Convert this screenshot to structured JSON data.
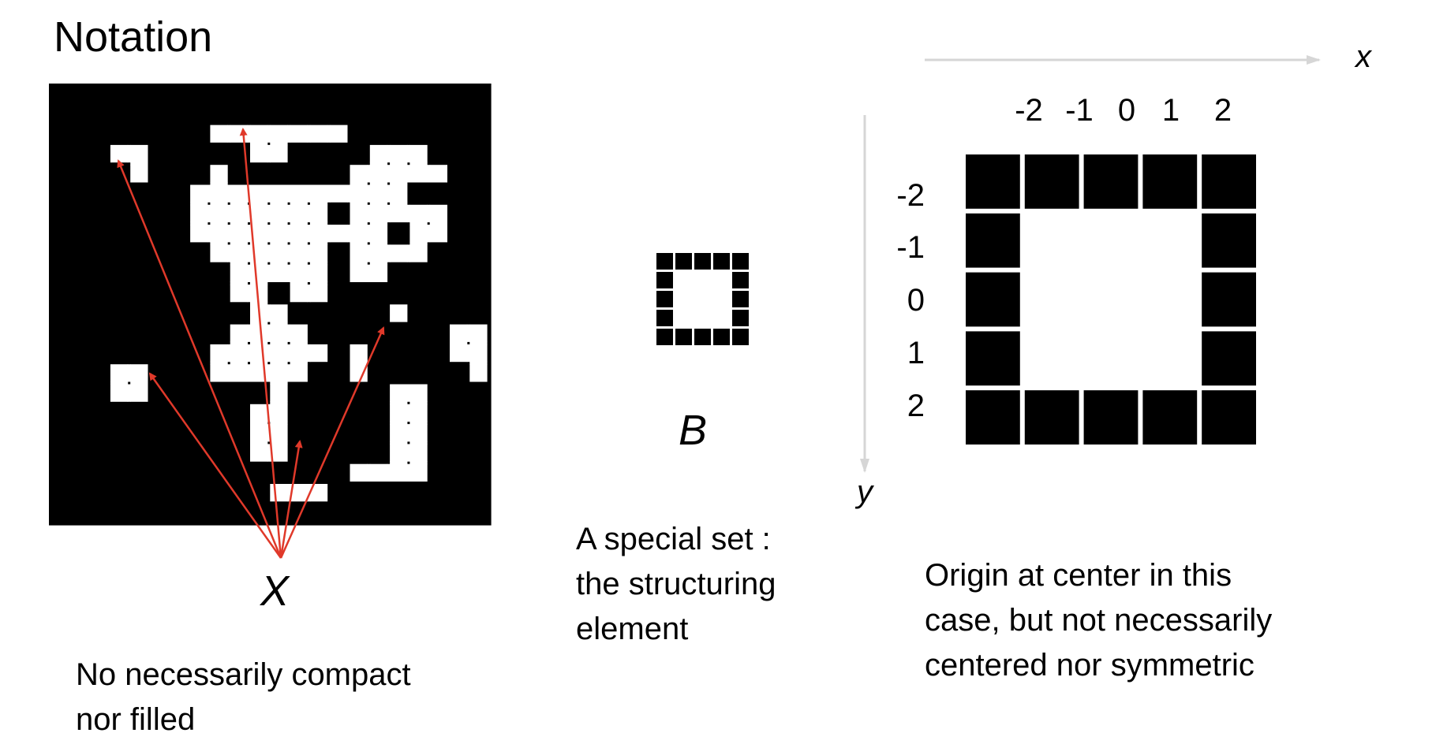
{
  "title": "Notation",
  "set_x": {
    "label": "X",
    "caption_lines": [
      "No necessarily compact",
      "nor filled"
    ],
    "grid_cols": 22,
    "grid_rows": 22,
    "white_rows": [
      "......................",
      "......................",
      "........#######.......",
      "...##.....##....###...",
      "....#...#......#####..",
      ".......###########....",
      ".......#######.#####..",
      ".......##########.##..",
      "........######.####...",
      ".........#####.##.....",
      ".........##.##........",
      "..........##.....#....",
      ".........####.......##",
      "........######.#....##",
      "...##...#####..#.....#",
      "...##......#.....##...",
      "..........##.....##...",
      "..........##.....##...",
      "..........##.....##...",
      "...............####...",
      "...........###........",
      "......................"
    ]
  },
  "set_b": {
    "label": "B",
    "caption_lines": [
      "A special set :",
      "the structuring",
      "element"
    ]
  },
  "element_b": {
    "x_axis_label": "x",
    "y_axis_label": "y",
    "x_ticks": [
      "-2",
      "-1",
      "0",
      "1",
      "2"
    ],
    "y_ticks": [
      "-2",
      "-1",
      "0",
      "1",
      "2"
    ],
    "pattern": [
      "#####",
      "#...#",
      "#...#",
      "#...#",
      "#####"
    ],
    "caption_lines": [
      "Origin at center in this",
      "case, but not necessarily",
      "centered nor symmetric"
    ]
  },
  "colors": {
    "ink": "#000000",
    "arrow": "#e0392a",
    "axis": "#d6d6d6",
    "background": "#ffffff"
  }
}
